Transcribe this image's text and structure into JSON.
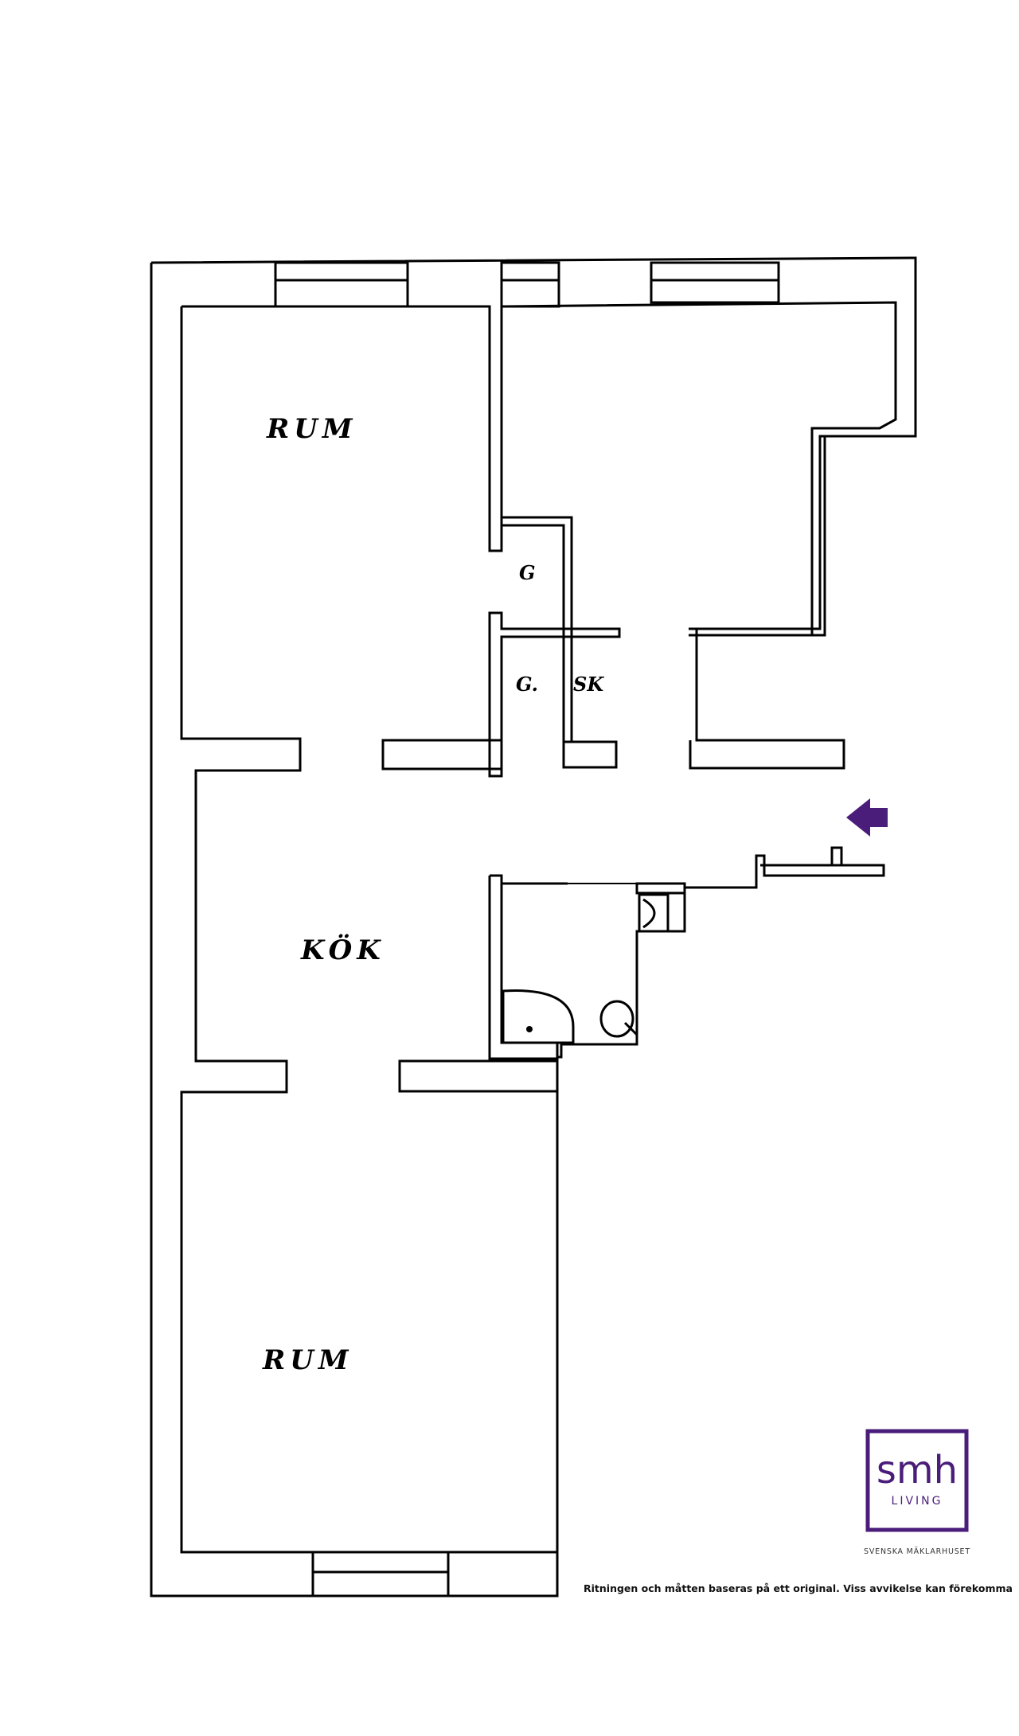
{
  "rooms": {
    "room_top": "RUM",
    "kitchen": "KÖK",
    "room_bottom": "RUM",
    "closet_1": "G",
    "closet_2": "G.",
    "closet_3": "SK"
  },
  "logo": {
    "brand": "smh",
    "sub": "LIVING",
    "tagline": "SVENSKA MÄKLARHUSET",
    "color": "#4b1d7a"
  },
  "disclaimer": "Ritningen och måtten baseras på ett original. Viss avvikelse kan förekomma",
  "entrance_arrow": {
    "icon": "arrow-left-icon",
    "color": "#4b1d7a"
  }
}
